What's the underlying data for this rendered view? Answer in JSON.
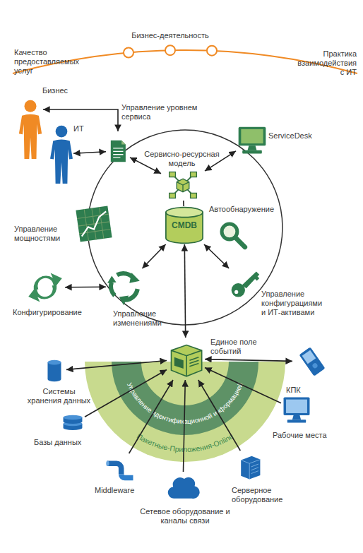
{
  "diagram": {
    "nodes": [
      {
        "text": [
          "Бизнес"
        ]
      },
      {
        "text": [
          "Управление уровнем сервиса"
        ]
      },
      {
        "text": [
          "ИТ"
        ]
      },
      {
        "text": [
          "ServiceDesk"
        ]
      },
      {
        "text": [
          "Сервисно-ресурсная модель"
        ]
      },
      {
        "text": [
          "CMDB"
        ]
      },
      {
        "text": [
          "Автообнаружение"
        ]
      },
      {
        "text": [
          "Управление мощностями"
        ]
      },
      {
        "text": [
          "Конфигурирование"
        ]
      },
      {
        "text": [
          "Управление изменениями"
        ]
      },
      {
        "text": [
          "Управление конфигурациями и ИТ-активами"
        ]
      },
      {
        "text": [
          "Управление идентификационной информацией"
        ]
      },
      {
        "text": [
          "Пакетные-Приложения-Online"
        ]
      },
      {
        "text": [
          "Единое поле событий"
        ]
      },
      {
        "text": [
          "Системы хранения данных"
        ]
      },
      {
        "text": [
          "КПК"
        ]
      },
      {
        "text": [
          "Базы данных"
        ]
      },
      {
        "text": [
          "Рабочие места"
        ]
      },
      {
        "text": [
          "Middleware"
        ]
      },
      {
        "text": [
          "Серверное оборудование"
        ]
      },
      {
        "text": [
          "Сетевое оборудование и каналы связи"
        ]
      }
    ],
    "edges": [
      {
        "from": 0,
        "to": 1,
        "arrow": "both"
      },
      {
        "from": 2,
        "to": 1,
        "arrow": "both"
      },
      {
        "from": 1,
        "to": 4,
        "arrow": "both"
      },
      {
        "from": 3,
        "to": 4,
        "arrow": "both"
      },
      {
        "from": 4,
        "to": 5,
        "arrow": "none"
      },
      {
        "from": 5,
        "to": 9,
        "arrow": "both"
      },
      {
        "from": 5,
        "to": 10,
        "arrow": "both"
      },
      {
        "from": 8,
        "to": 9,
        "arrow": "both"
      },
      {
        "from": 5,
        "to": 13,
        "arrow": "both"
      },
      {
        "from": 14,
        "to": 13,
        "arrow": "both"
      },
      {
        "from": 15,
        "to": 13,
        "arrow": "both"
      },
      {
        "from": 16,
        "to": 13,
        "arrow": "to"
      },
      {
        "from": 17,
        "to": 13,
        "arrow": "to"
      },
      {
        "from": 18,
        "to": 13,
        "arrow": "to"
      },
      {
        "from": 19,
        "to": 13,
        "arrow": "to"
      },
      {
        "from": 20,
        "to": 13,
        "arrow": "to"
      }
    ],
    "labels": [
      "Бизнес-деятельность",
      "Качество предоставляемых услуг",
      "Практика взаимодействия с ИТ"
    ]
  }
}
